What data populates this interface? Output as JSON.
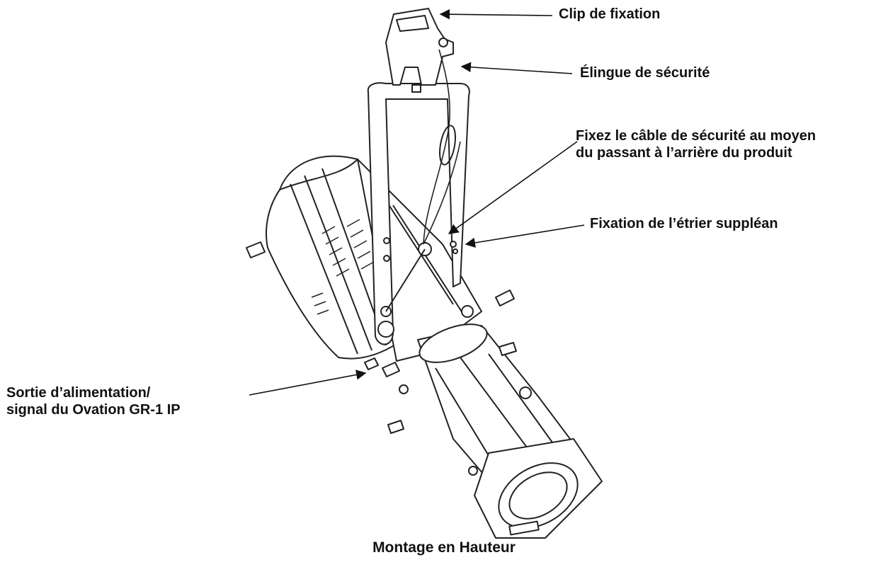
{
  "labels": {
    "clip": "Clip de fixation",
    "elingue": "Élingue de sécurité",
    "fixez_line1": "Fixez le câble de sécurité au moyen",
    "fixez_line2": "du passant à l’arrière du produit",
    "etrier": "Fixation de l’étrier suppléan",
    "sortie_line1": "Sortie d’alimentation/",
    "sortie_line2": "signal du Ovation GR-1 IP"
  },
  "caption": "Montage en Hauteur",
  "colors": {
    "line": "#111111",
    "background": "#ffffff"
  }
}
